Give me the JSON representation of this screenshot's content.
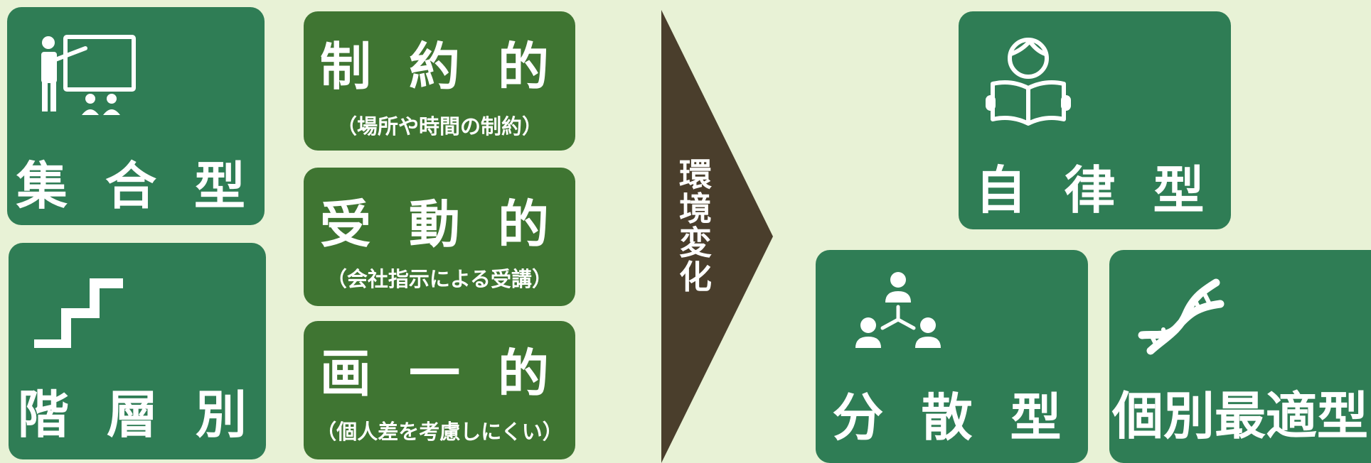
{
  "left_types": [
    {
      "label": "集 合 型",
      "icon": "teacher-presentation-icon"
    },
    {
      "label": "階 層 別",
      "icon": "stairs-icon"
    }
  ],
  "traits": [
    {
      "title": "制 約 的",
      "note": "（場所や時間の制約）"
    },
    {
      "title": "受 動 的",
      "note": "（会社指示による受講）"
    },
    {
      "title": "画 一 的",
      "note": "（個人差を考慮しにくい）"
    }
  ],
  "arrow": {
    "chars": [
      "環",
      "境",
      "変",
      "化"
    ]
  },
  "right_types": [
    {
      "label": "自 律 型",
      "icon": "reading-person-icon"
    },
    {
      "label": "分 散 型",
      "icon": "distributed-people-icon"
    },
    {
      "label": "個別最適型",
      "icon": "dna-icon"
    }
  ],
  "colors": {
    "background": "#e8f2d6",
    "type_box": "#2f7d55",
    "trait_box": "#3f7532",
    "arrow": "#4a3e2c"
  }
}
